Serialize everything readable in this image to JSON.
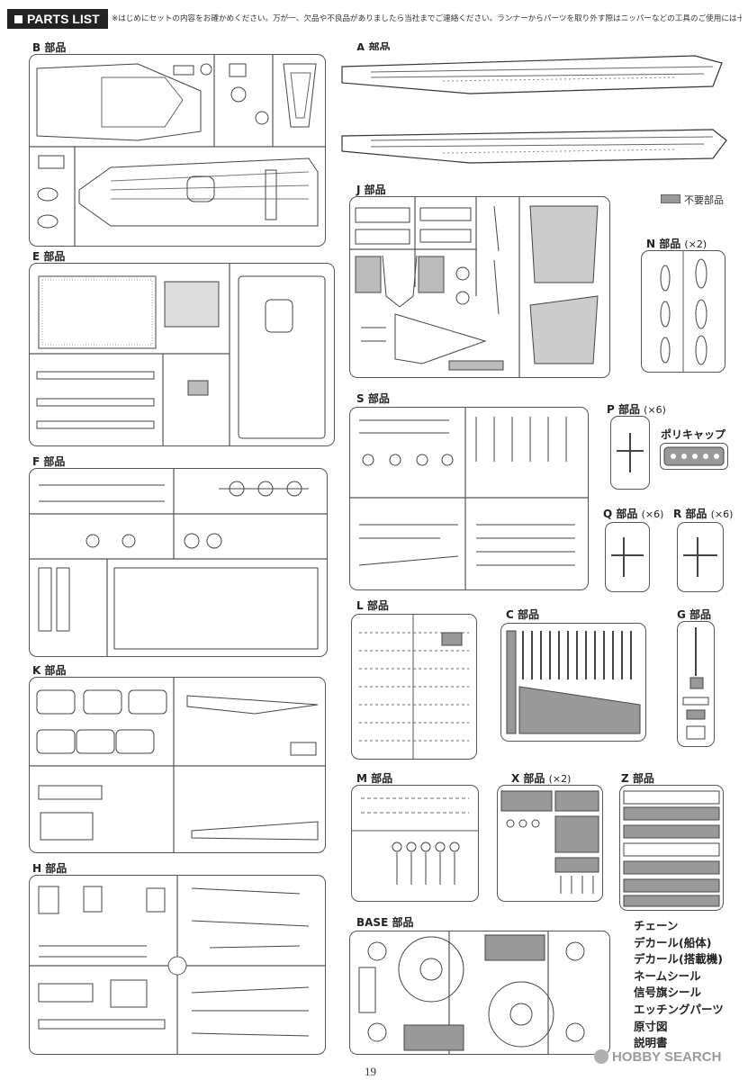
{
  "header": {
    "title": "PARTS LIST",
    "note": "※はじめにセットの内容をお確かめください。万が一、欠品や不良品がありましたら当社までご連絡ください。ランナーからパーツを取り外す際はニッパーなどの工具のご使用には十分注意ください。"
  },
  "legend": {
    "label": "不要部品",
    "color": "#999999"
  },
  "sprues": {
    "B": {
      "label": "B 部品",
      "mult": ""
    },
    "A": {
      "label": "A 部品",
      "mult": ""
    },
    "J": {
      "label": "J 部品",
      "mult": ""
    },
    "N": {
      "label": "N 部品",
      "mult": "(×2)"
    },
    "E": {
      "label": "E 部品",
      "mult": ""
    },
    "S": {
      "label": "S 部品",
      "mult": ""
    },
    "P": {
      "label": "P 部品",
      "mult": "(×6)"
    },
    "F": {
      "label": "F 部品",
      "mult": ""
    },
    "Q": {
      "label": "Q 部品",
      "mult": "(×6)"
    },
    "R": {
      "label": "R 部品",
      "mult": "(×6)"
    },
    "L": {
      "label": "L 部品",
      "mult": ""
    },
    "C": {
      "label": "C 部品",
      "mult": ""
    },
    "G": {
      "label": "G 部品",
      "mult": ""
    },
    "K": {
      "label": "K 部品",
      "mult": ""
    },
    "M": {
      "label": "M 部品",
      "mult": ""
    },
    "X": {
      "label": "X 部品",
      "mult": "(×2)"
    },
    "Z": {
      "label": "Z 部品",
      "mult": ""
    },
    "H": {
      "label": "H 部品",
      "mult": ""
    },
    "BASE": {
      "label": "BASE 部品",
      "mult": ""
    }
  },
  "polycap": {
    "label": "ポリキャップ"
  },
  "accessories": [
    "チェーン",
    "デカール(船体)",
    "デカール(搭載機)",
    "ネームシール",
    "信号旗シール",
    "エッチングパーツ",
    "原寸図",
    "説明書"
  ],
  "page_number": "19",
  "watermark": "HOBBY SEARCH"
}
